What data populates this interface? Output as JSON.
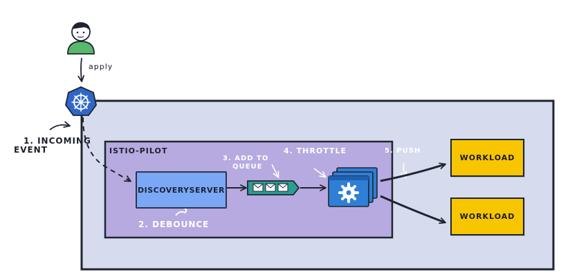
{
  "actor": {
    "name": "user-avatar",
    "action_label": "apply"
  },
  "event_label": [
    "1. INCOMING",
    "EVENT"
  ],
  "pilot": {
    "title": "ISTIO-PILOT",
    "discovery_label": "DISCOVERYSERVER",
    "debounce_label": "2. DEBOUNCE",
    "queue_label": [
      "3. ADD TO",
      "QUEUE"
    ],
    "throttle_label": "4. THROTTLE",
    "push_label": "5. PUSH"
  },
  "workloads": [
    "WORKLOAD",
    "WORKLOAD"
  ],
  "colors": {
    "cluster_fill": "#d6dcee",
    "pilot_fill": "#b6aae0",
    "discovery_fill": "#7aa8f5",
    "queue_fill": "#2c9d94",
    "throttle_fill": "#2f7fd6",
    "workload_fill": "#f7c600",
    "k8s_logo": "#2e67c8",
    "user_shirt": "#58b86b"
  },
  "icons": [
    "person-icon",
    "kubernetes-wheel-icon",
    "envelope-icon",
    "gear-icon"
  ]
}
